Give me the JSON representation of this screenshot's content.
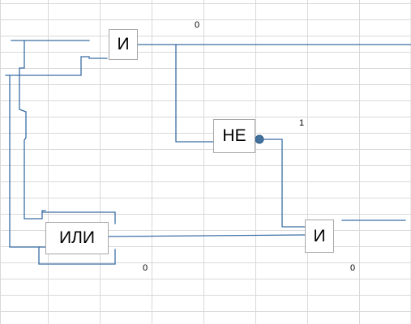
{
  "colors": {
    "wire": "#3a6ea5",
    "grid": "#d9d9d9",
    "gate_border": "#a6a6a6",
    "bubble": "#41719c"
  },
  "gates": {
    "and_top": "И",
    "not": "НЕ",
    "or": "ИЛИ",
    "and_bottom": "И"
  },
  "values": {
    "top_output": "0",
    "not_output": "1",
    "or_output": "0",
    "final_output": "0"
  }
}
